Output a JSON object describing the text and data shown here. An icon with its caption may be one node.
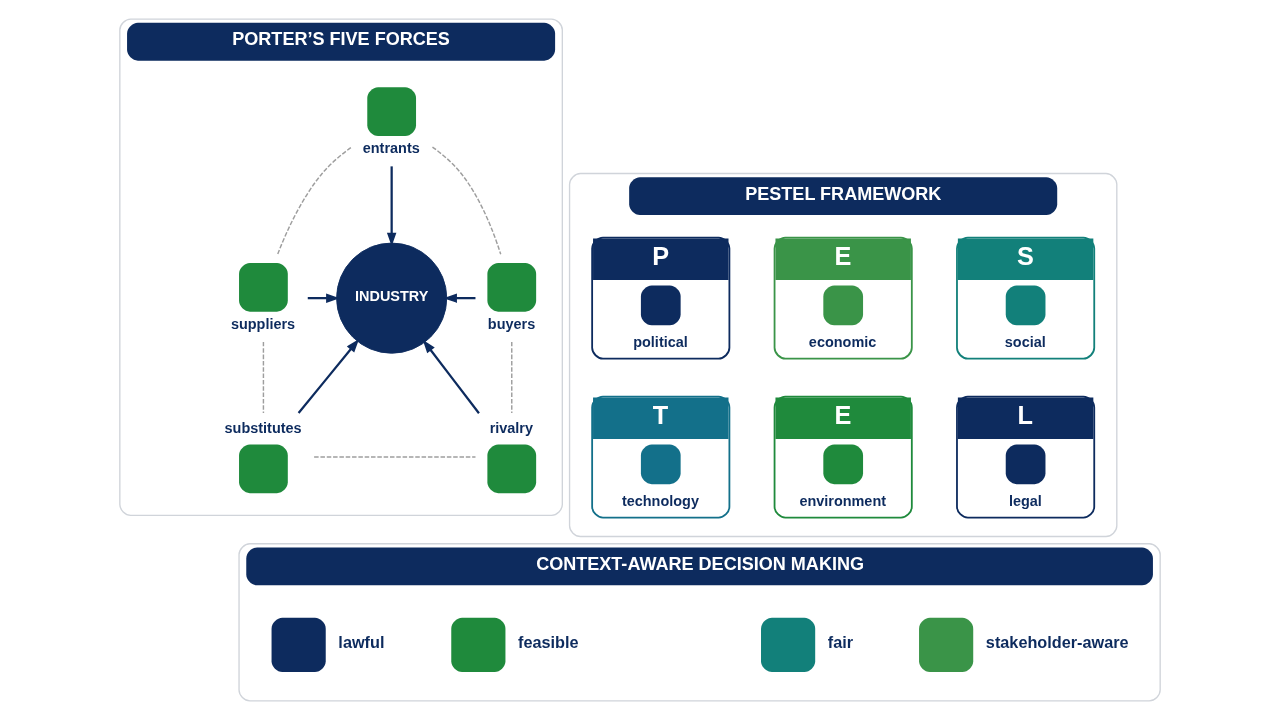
{
  "diagram": {
    "nodes": [
      {
        "text": [
          "PORTER’S FIVE FORCES"
        ]
      },
      {
        "text": [
          "entrants"
        ],
        "in": 0
      },
      {
        "text": [
          "suppliers"
        ],
        "in": 0
      },
      {
        "text": [
          "INDUSTRY"
        ],
        "in": 0
      },
      {
        "text": [
          "buyers"
        ],
        "in": 0
      },
      {
        "text": [
          "substitutes"
        ],
        "in": 0
      },
      {
        "text": [
          "rivalry"
        ],
        "in": 0
      },
      {
        "text": [
          "PESTEL FRAMEWORK"
        ]
      },
      {
        "text": [
          "P",
          "political"
        ],
        "in": 7
      },
      {
        "text": [
          "E",
          "economic"
        ],
        "in": 7
      },
      {
        "text": [
          "S",
          "social"
        ],
        "in": 7
      },
      {
        "text": [
          "T",
          "technology"
        ],
        "in": 7
      },
      {
        "text": [
          "E",
          "environment"
        ],
        "in": 7
      },
      {
        "text": [
          "L",
          "legal"
        ],
        "in": 7
      },
      {
        "text": [
          "CONTEXT-AWARE DECISION MAKING"
        ]
      },
      {
        "text": [
          "lawful"
        ],
        "in": 14
      },
      {
        "text": [
          "feasible"
        ],
        "in": 14
      },
      {
        "text": [
          "fair"
        ],
        "in": 14
      },
      {
        "text": [
          "stakeholder-aware"
        ],
        "in": 14
      }
    ],
    "edges": [
      {
        "from": 1,
        "to": 3,
        "arrow": "to"
      },
      {
        "from": 2,
        "to": 3,
        "arrow": "to"
      },
      {
        "from": 4,
        "to": 3,
        "arrow": "to"
      },
      {
        "from": 5,
        "to": 3,
        "arrow": "to"
      },
      {
        "from": 6,
        "to": 3,
        "arrow": "to"
      },
      {
        "from": 1,
        "to": 4,
        "arrow": "none",
        "style": "dashed",
        "color": "#9e9e9e"
      },
      {
        "from": 4,
        "to": 6,
        "arrow": "none",
        "style": "dashed",
        "color": "#9e9e9e"
      },
      {
        "from": 5,
        "to": 6,
        "arrow": "none",
        "style": "dashed",
        "color": "#9e9e9e"
      },
      {
        "from": 2,
        "to": 5,
        "arrow": "none",
        "style": "dashed",
        "color": "#9e9e9e"
      },
      {
        "from": 1,
        "to": 2,
        "arrow": "none",
        "style": "dashed",
        "color": "#9e9e9e"
      }
    ]
  }
}
